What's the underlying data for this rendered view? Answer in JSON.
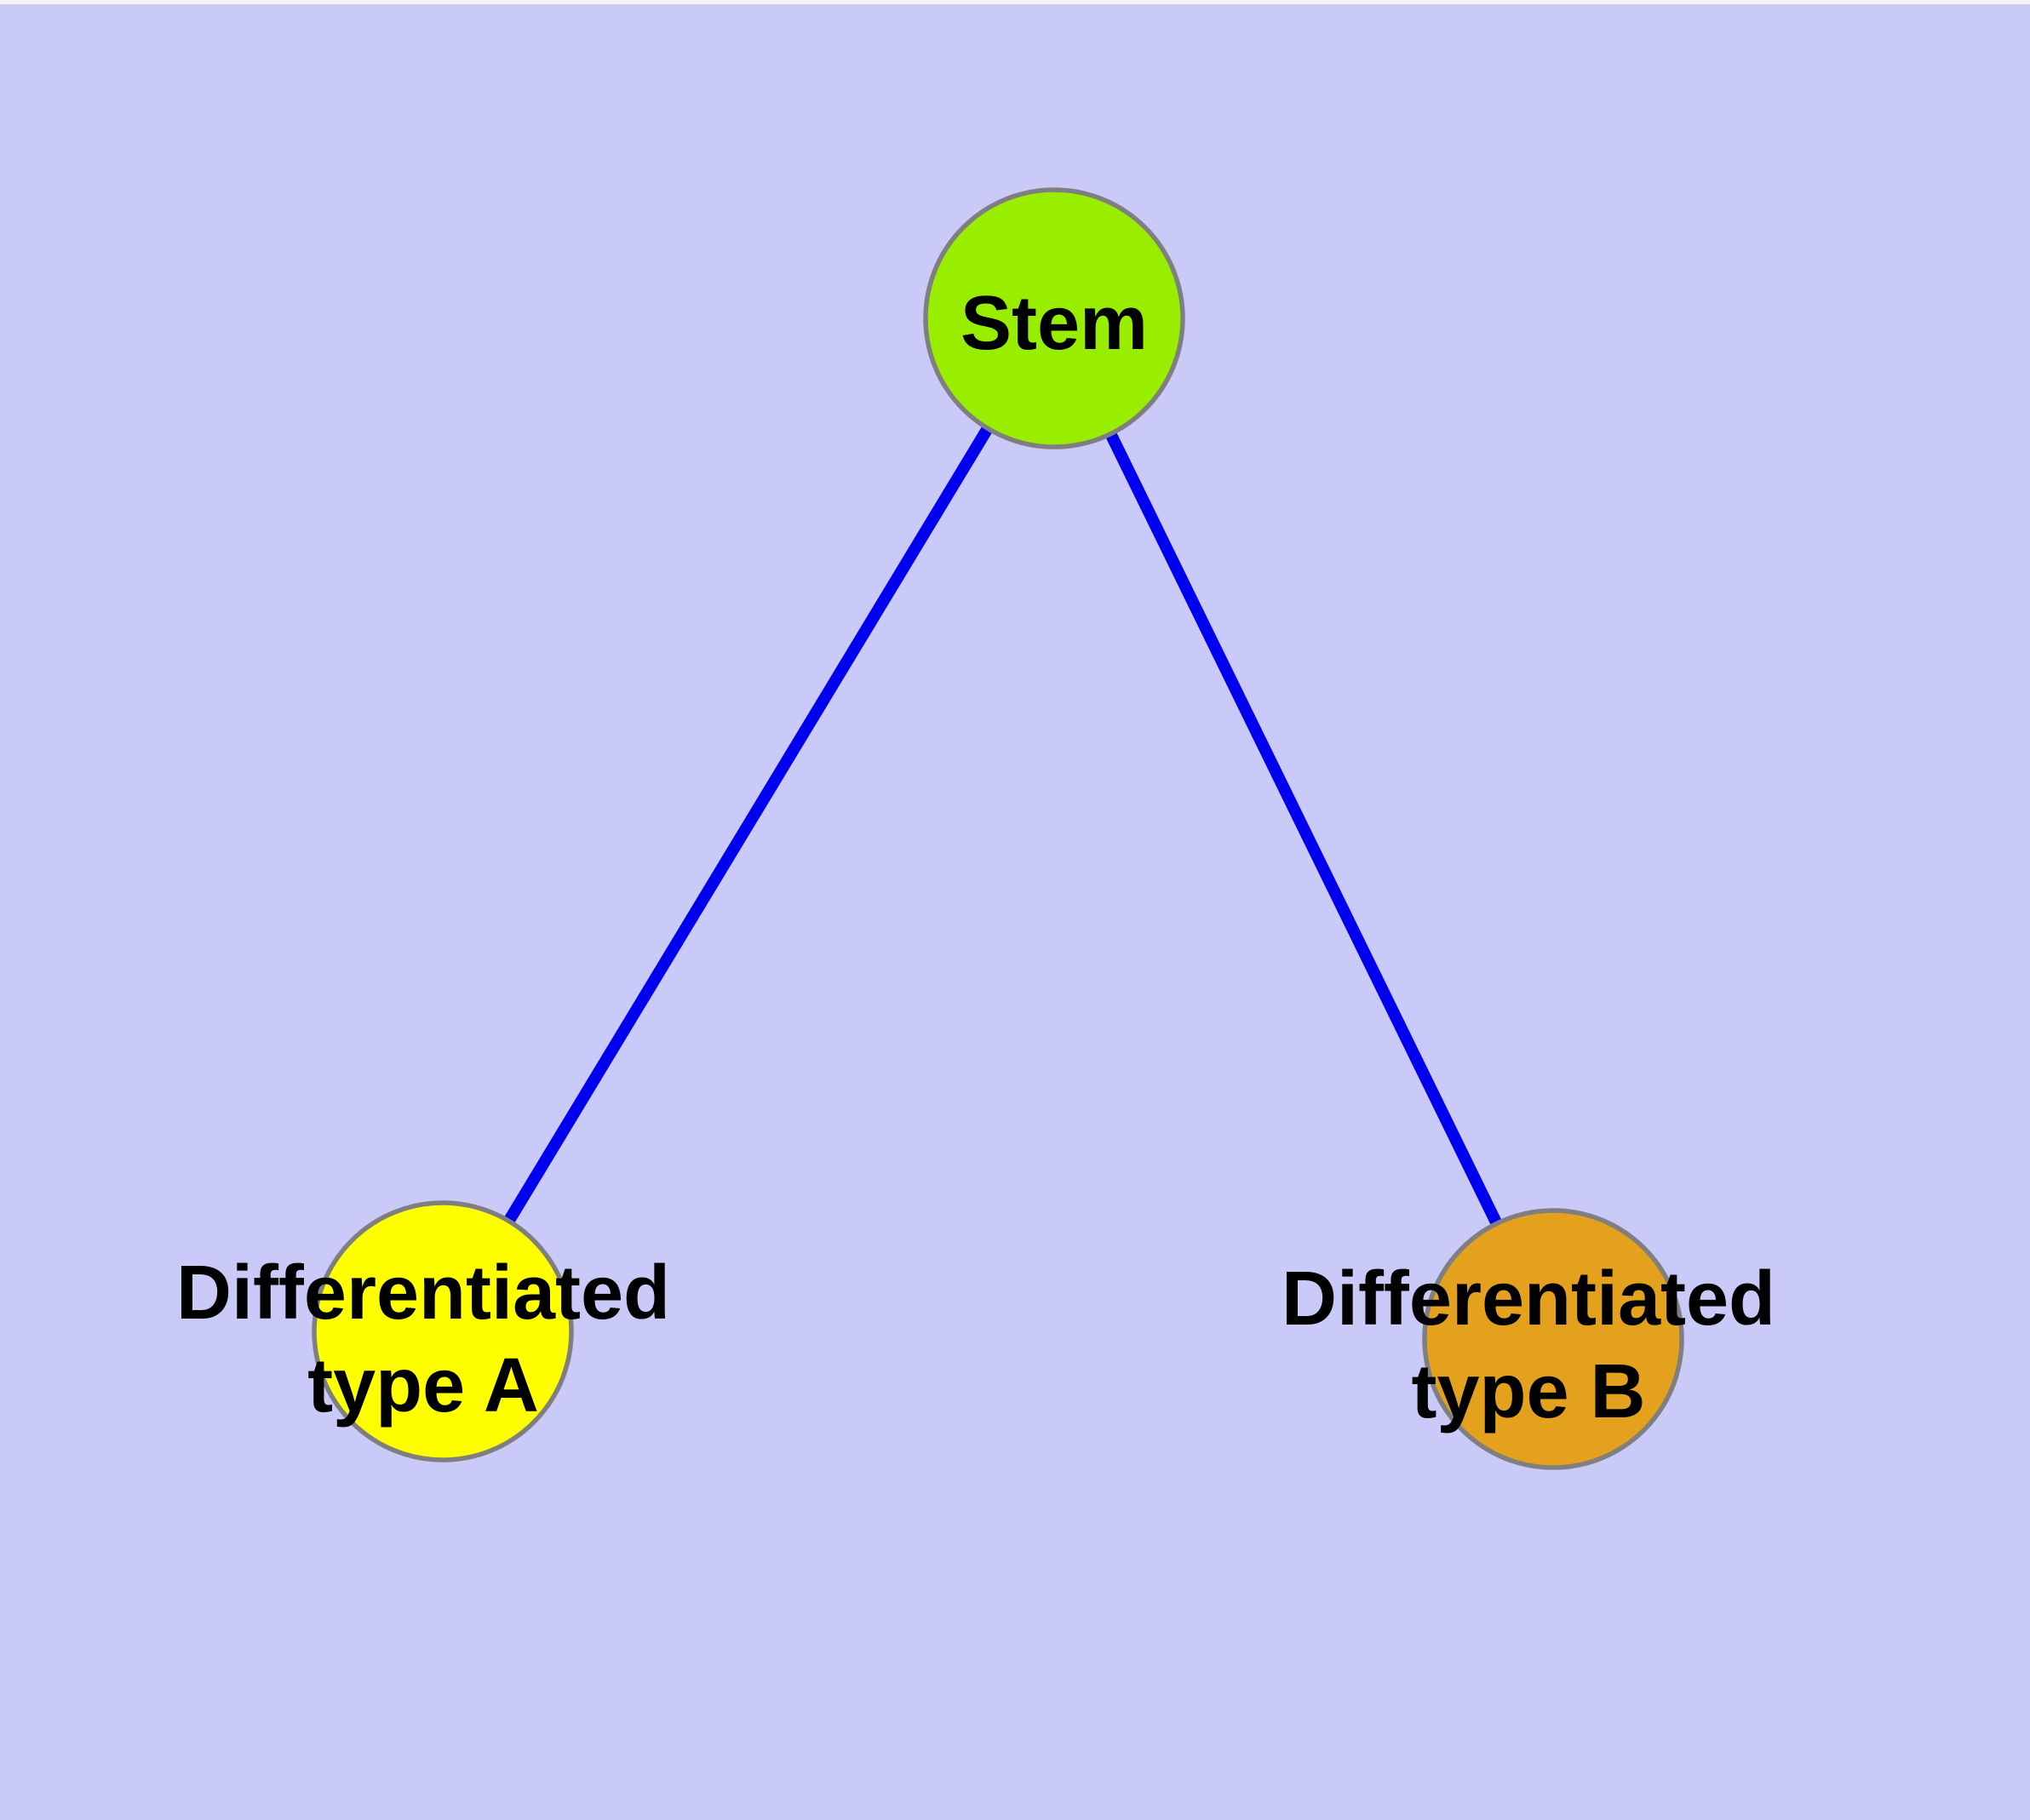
{
  "diagram": {
    "type": "node-link-graph",
    "background_color": "#CACAF9",
    "top_edge_color": "#F7F4F6",
    "edge_color": "#0000EE",
    "node_border_color": "#7F7F7F",
    "text_color": "#000000",
    "nodes": {
      "stem": {
        "label": "Stem",
        "fill": "#99EE00"
      },
      "type_a": {
        "label": "Differentiated type A",
        "label_line1": "Differentiated",
        "label_line2": "type A",
        "fill": "#FFFF00"
      },
      "type_b": {
        "label": "Differentiated type B",
        "label_line1": "Differentiated",
        "label_line2": "type B",
        "fill": "#E4A11E"
      }
    },
    "edges": [
      {
        "from": "Stem",
        "to": "Differentiated type A"
      },
      {
        "from": "Stem",
        "to": "Differentiated type B"
      }
    ]
  }
}
